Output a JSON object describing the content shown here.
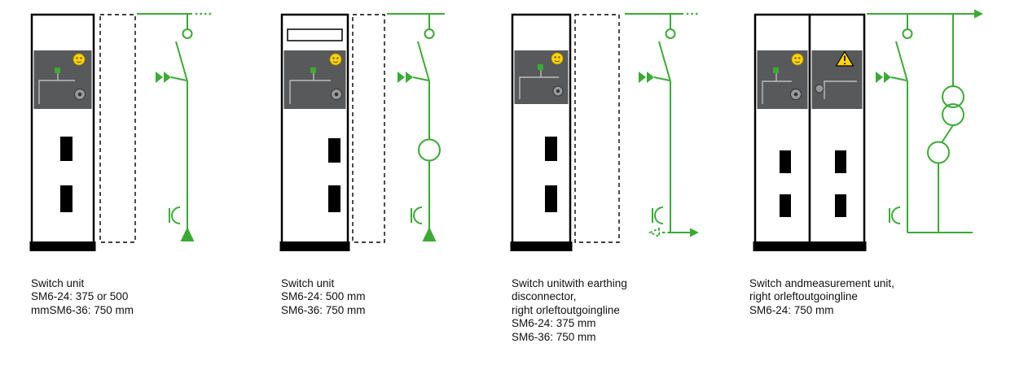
{
  "colors": {
    "green": "#3aaa35",
    "panel_gray": "#58595b",
    "indicator_yellow": "#ffd500",
    "text": "#111111"
  },
  "units": [
    {
      "caption": [
        "Switch unit",
        "SM6-24: 375 or 500",
        "mmSM6-36: 750 mm"
      ]
    },
    {
      "caption": [
        "Switch unit",
        "SM6-24: 500 mm",
        "SM6-36: 750 mm"
      ]
    },
    {
      "caption": [
        "Switch unitwith earthing",
        "disconnector,",
        "right orleftoutgoingline",
        "SM6-24: 375 mm",
        "SM6-36: 750 mm"
      ]
    },
    {
      "caption": [
        "Switch andmeasurement unit,",
        "right orleftoutgoingline",
        "SM6-24: 750 mm"
      ]
    }
  ]
}
